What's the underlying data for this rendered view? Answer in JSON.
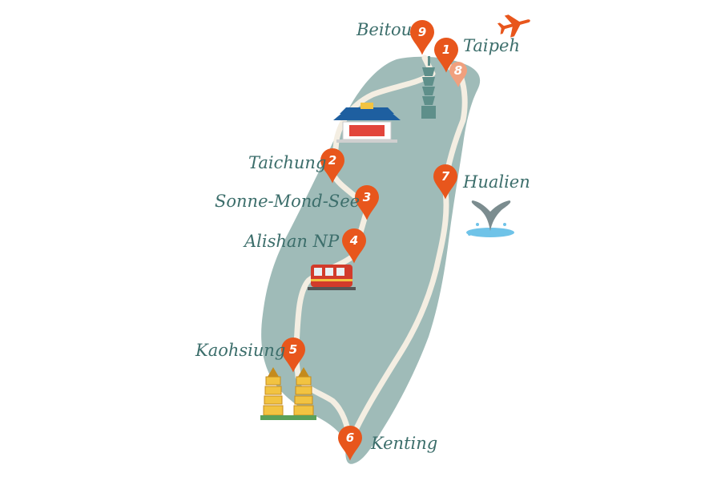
{
  "colors": {
    "island": "#9fbbb8",
    "route": "#f4eee2",
    "pin": "#e8561c",
    "pin_faded": "#f0a07e",
    "label": "#3c6e6b",
    "plane": "#e8561c",
    "sea_splash": "#6fc3e8"
  },
  "stops": [
    {
      "number": "1",
      "label": "Taipeh",
      "faded": false
    },
    {
      "number": "2",
      "label": "Taichung",
      "faded": false
    },
    {
      "number": "3",
      "label": "Sonne-Mond-See",
      "faded": false
    },
    {
      "number": "4",
      "label": "Alishan NP",
      "faded": false
    },
    {
      "number": "5",
      "label": "Kaohsiung",
      "faded": false
    },
    {
      "number": "6",
      "label": "Kenting",
      "faded": false
    },
    {
      "number": "7",
      "label": "Hualien",
      "faded": false
    },
    {
      "number": "8",
      "label": "",
      "faded": true
    },
    {
      "number": "9",
      "label": "Beitou",
      "faded": false
    }
  ],
  "icons": [
    "plane-icon",
    "taipei-101-icon",
    "temple-icon",
    "whale-tail-icon",
    "train-icon",
    "pagoda-icon"
  ]
}
